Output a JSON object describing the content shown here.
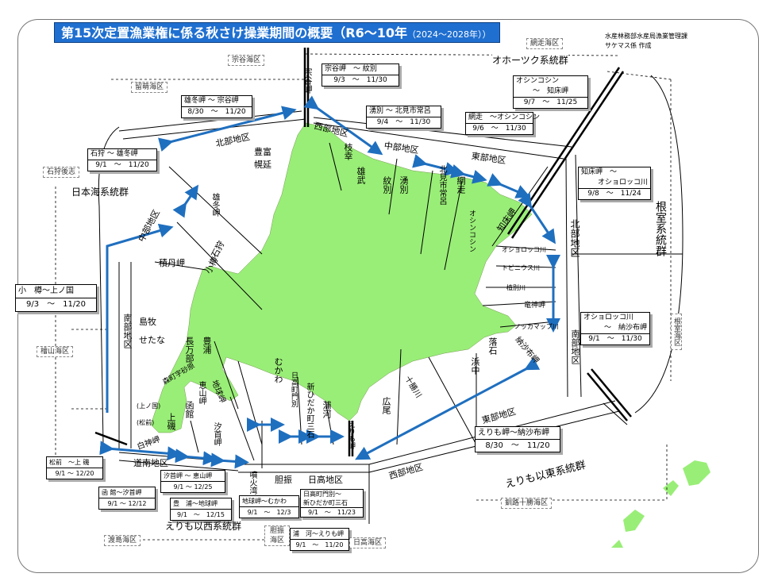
{
  "title": {
    "main": "第15次定置漁業権に係る秋さけ操業期間の概要（R6～10年",
    "years": "（2024～2028年））"
  },
  "author": {
    "line1": "水産林務部水産局漁業管理課",
    "line2": "サケマス係 作成"
  },
  "colors": {
    "title_bg": "#1f6fd0",
    "land": "#99ee77",
    "arrow": "#1f6fbf"
  },
  "periods": [
    {
      "area": "宗谷岬　～ 紋別",
      "dates": "9/3　～　11/30"
    },
    {
      "area": "雄冬岬 ～ 宗谷岬",
      "dates": "8/30　～　11/20"
    },
    {
      "area": "湧別 ～ 北見市常呂",
      "dates": "9/4　～　11/30"
    },
    {
      "area": "オシンコシン",
      "area2": "～　知床岬",
      "dates": "9/7　～　11/25"
    },
    {
      "area": "網走　～オシンコシン",
      "dates": "9/6　～　11/30"
    },
    {
      "area": "石狩 ～ 雄冬岬",
      "dates": "9/1　～　11/20"
    },
    {
      "area": "知床岬　～",
      "area2": "オショロッコ川",
      "dates": "9/8　～　11/24"
    },
    {
      "area": "小　樽～上ノ国",
      "dates": "9/3　～　11/20"
    },
    {
      "area": "オショロッコ川",
      "area2": "～　納沙布岬",
      "dates": "9/1　～　11/30"
    },
    {
      "area": "えりも岬～納沙布岬",
      "dates": "8/30　～　11/20"
    },
    {
      "area": "松前　～上 磯",
      "dates": "9/1 ～ 12/20"
    },
    {
      "area": "汐首岬 ～ 恵山岬",
      "dates": "9/1 ～ 12/25"
    },
    {
      "area": "函 館～汐首岬",
      "dates": "9/1 ～ 12/12"
    },
    {
      "area": "豊　浦～地球岬",
      "dates": "9/1　～　12/15"
    },
    {
      "area": "地球岬～むかわ",
      "dates": "9/1　～　12/3"
    },
    {
      "area": "日高町門別～",
      "area2": "新ひだか町三石",
      "dates": "9/1　～　11/23"
    },
    {
      "area": "浦　河～えりも岬",
      "dates": "9/1　～　11/20"
    }
  ],
  "sea_areas": [
    "宗谷海区",
    "留萌海区",
    "石狩後志",
    "網走海区",
    "根室海区",
    "檜山海区",
    "釧路十勝海区",
    "渡島海区",
    "胆振海区",
    "日高海区"
  ],
  "groups": [
    "日本海系統群",
    "オホーツク系統群",
    "根室系統群",
    "えりも以東系統群",
    "えりも以西系統群"
  ],
  "districts": [
    "北部地区",
    "西部地区",
    "中部地区",
    "東部地区",
    "北部地区",
    "南部地区",
    "東部地区",
    "西部地区",
    "南部地区",
    "道南地区",
    "胆振",
    "日高地区",
    "噴火湾",
    "中部地区"
  ],
  "places": [
    "宗谷岬",
    "豊富",
    "幌延",
    "枝幸",
    "雄武",
    "紋別",
    "湧別",
    "北見市常呂",
    "網走",
    "オシンコシン",
    "知床岬",
    "オショロッコ川",
    "トビニウス川",
    "植別川",
    "竜神岬",
    "ノッカマップ川",
    "納沙布岬",
    "浜中",
    "落石",
    "雄冬岬",
    "石狩",
    "小樽",
    "積丹岬",
    "島牧",
    "せたな",
    "長万部",
    "豊浦",
    "森町字砂原",
    "恵山岬",
    "函館",
    "上磯",
    "汐首岬",
    "白神岬",
    "地球岬",
    "むかわ",
    "日高町門別",
    "新ひだか町三石",
    "浦河",
    "えりも岬",
    "広尾",
    "十勝川",
    "(上ノ国)",
    "(松前)"
  ]
}
